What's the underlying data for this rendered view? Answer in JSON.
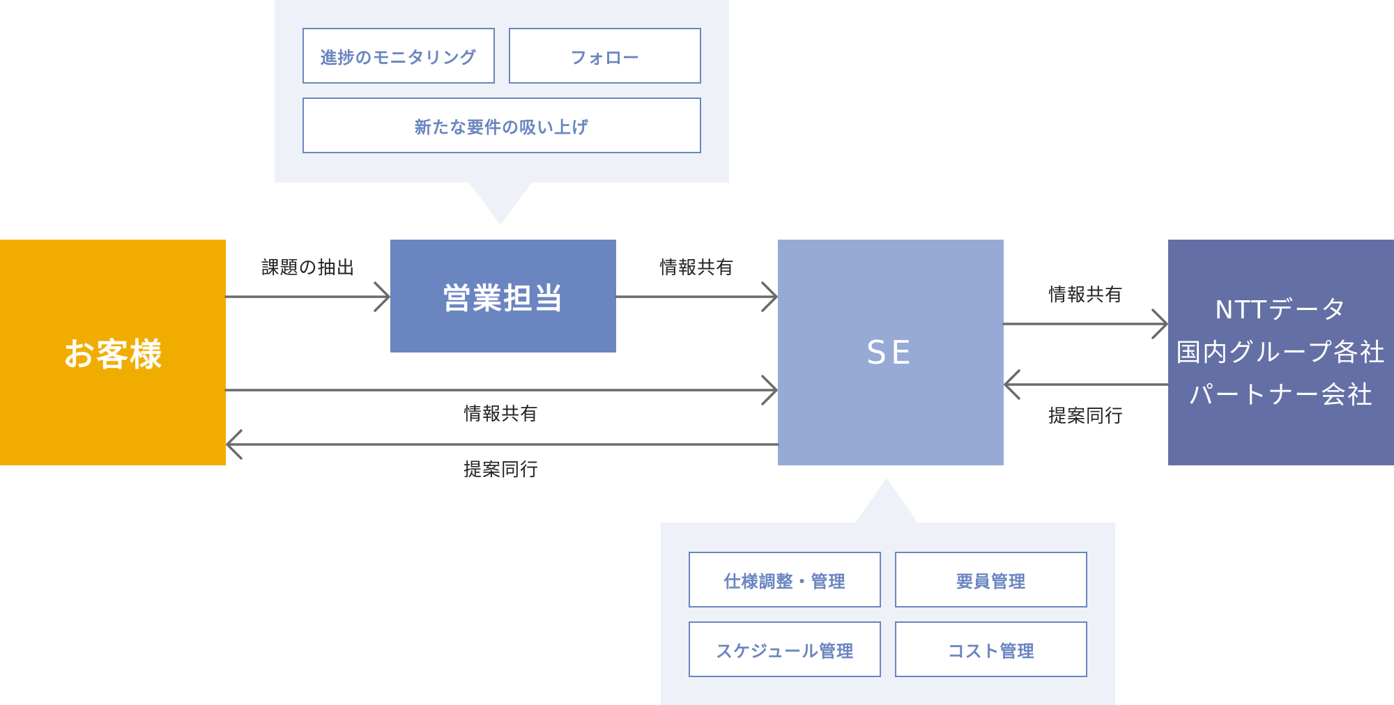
{
  "nodes": {
    "customer": {
      "label": "お客様",
      "color": "#f0ad00"
    },
    "sales": {
      "label": "営業担当",
      "color": "#6a85c0"
    },
    "se": {
      "label": "SE",
      "color": "#97aad5"
    },
    "partners": {
      "lines": [
        "NTTデータ",
        "国内グループ各社",
        "パートナー会社"
      ],
      "color": "#646fa5"
    }
  },
  "sales_tasks": [
    "進捗のモニタリング",
    "フォロー",
    "新たな要件の吸い上げ"
  ],
  "se_tasks": [
    "仕様調整・管理",
    "要員管理",
    "スケジュール管理",
    "コスト管理"
  ],
  "edges": {
    "customer_to_sales": "課題の抽出",
    "sales_to_se": "情報共有",
    "customer_to_se": "情報共有",
    "se_to_customer": "提案同行",
    "se_to_partners": "情報共有",
    "partners_to_se": "提案同行"
  }
}
